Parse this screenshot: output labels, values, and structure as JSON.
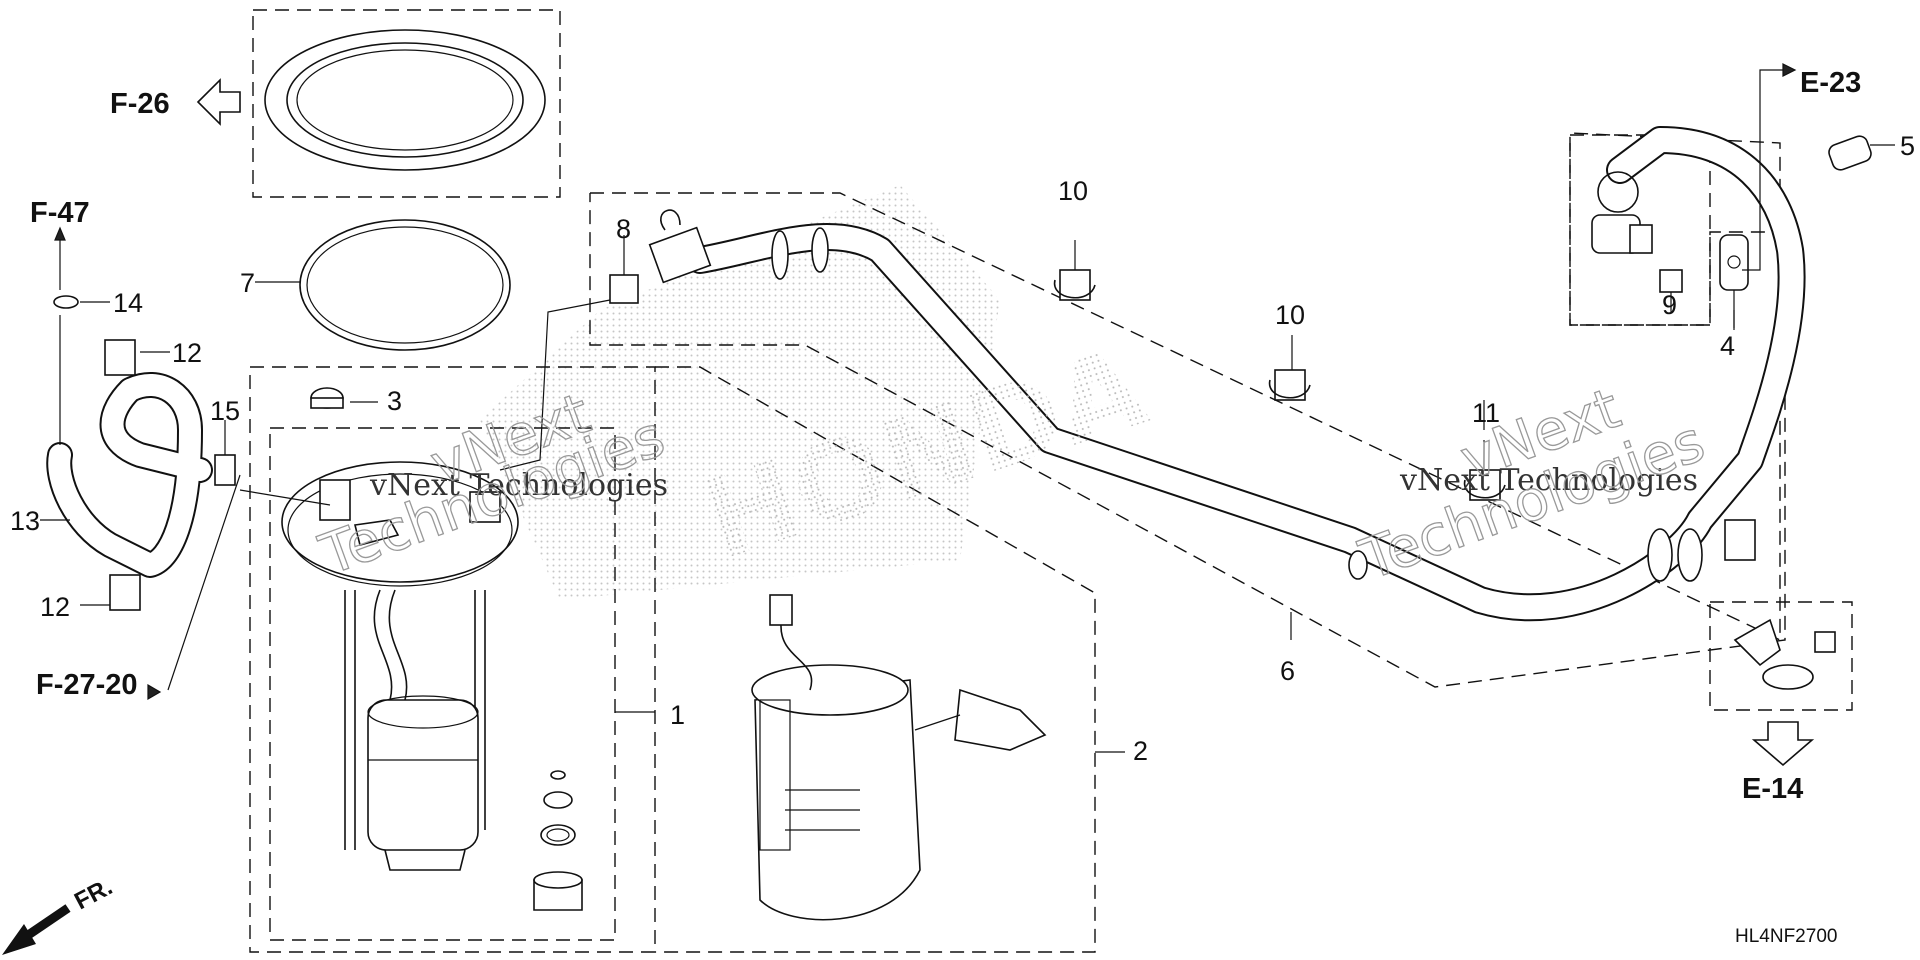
{
  "diagram": {
    "part_numbers": {
      "p1": "1",
      "p2": "2",
      "p3": "3",
      "p4": "4",
      "p5": "5",
      "p6": "6",
      "p7": "7",
      "p8": "8",
      "p9": "9",
      "p10a": "10",
      "p10b": "10",
      "p11": "11",
      "p12a": "12",
      "p12b": "12",
      "p13": "13",
      "p14": "14",
      "p15": "15"
    },
    "references": {
      "f26": "F-26",
      "f47": "F-47",
      "f2720": "F-27-20",
      "e23": "E-23",
      "e14": "E-14"
    },
    "orientation_label": "FR.",
    "drawing_code": "HL4NF2700",
    "watermark": {
      "line1": "vNext Technologies",
      "line2": "vNext Technologies",
      "big1": "vNext",
      "big2": "Technologies",
      "big3": "vNext",
      "big4": "Technologies",
      "brand": "HONDA"
    }
  }
}
